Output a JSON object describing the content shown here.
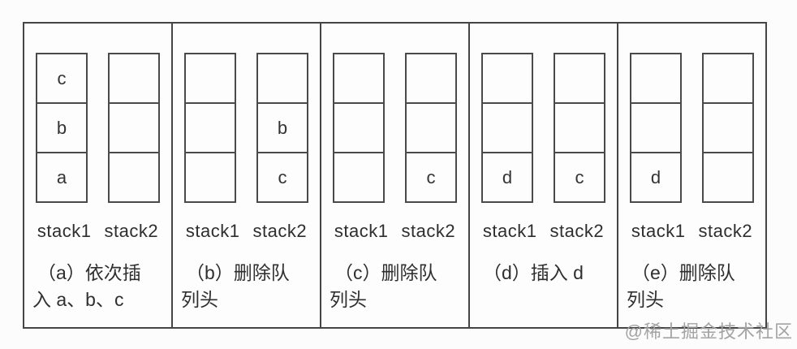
{
  "stack_labels": [
    "stack1",
    "stack2"
  ],
  "panels": [
    {
      "id": "a",
      "stack1": [
        "c",
        "b",
        "a"
      ],
      "stack2": [
        "",
        "",
        ""
      ],
      "caption_lines": [
        "（a）依次插",
        "入 a、b、c"
      ]
    },
    {
      "id": "b",
      "stack1": [
        "",
        "",
        ""
      ],
      "stack2": [
        "",
        "b",
        "c"
      ],
      "caption_lines": [
        "（b）删除队",
        "列头"
      ]
    },
    {
      "id": "c",
      "stack1": [
        "",
        "",
        ""
      ],
      "stack2": [
        "",
        "",
        "c"
      ],
      "caption_lines": [
        "（c）删除队",
        "列头"
      ]
    },
    {
      "id": "d",
      "stack1": [
        "",
        "",
        "d"
      ],
      "stack2": [
        "",
        "",
        "c"
      ],
      "caption_lines": [
        "（d）插入 d"
      ]
    },
    {
      "id": "e",
      "stack1": [
        "",
        "",
        "d"
      ],
      "stack2": [
        "",
        "",
        ""
      ],
      "caption_lines": [
        "（e）删除队",
        "列头"
      ]
    }
  ],
  "watermark": "@稀土掘金技术社区",
  "colors": {
    "line": "#454545",
    "cell_line": "#4a4a4a",
    "text": "#2f2f2f",
    "watermark": "#a3a3a3",
    "background": "#fcfcfc"
  }
}
